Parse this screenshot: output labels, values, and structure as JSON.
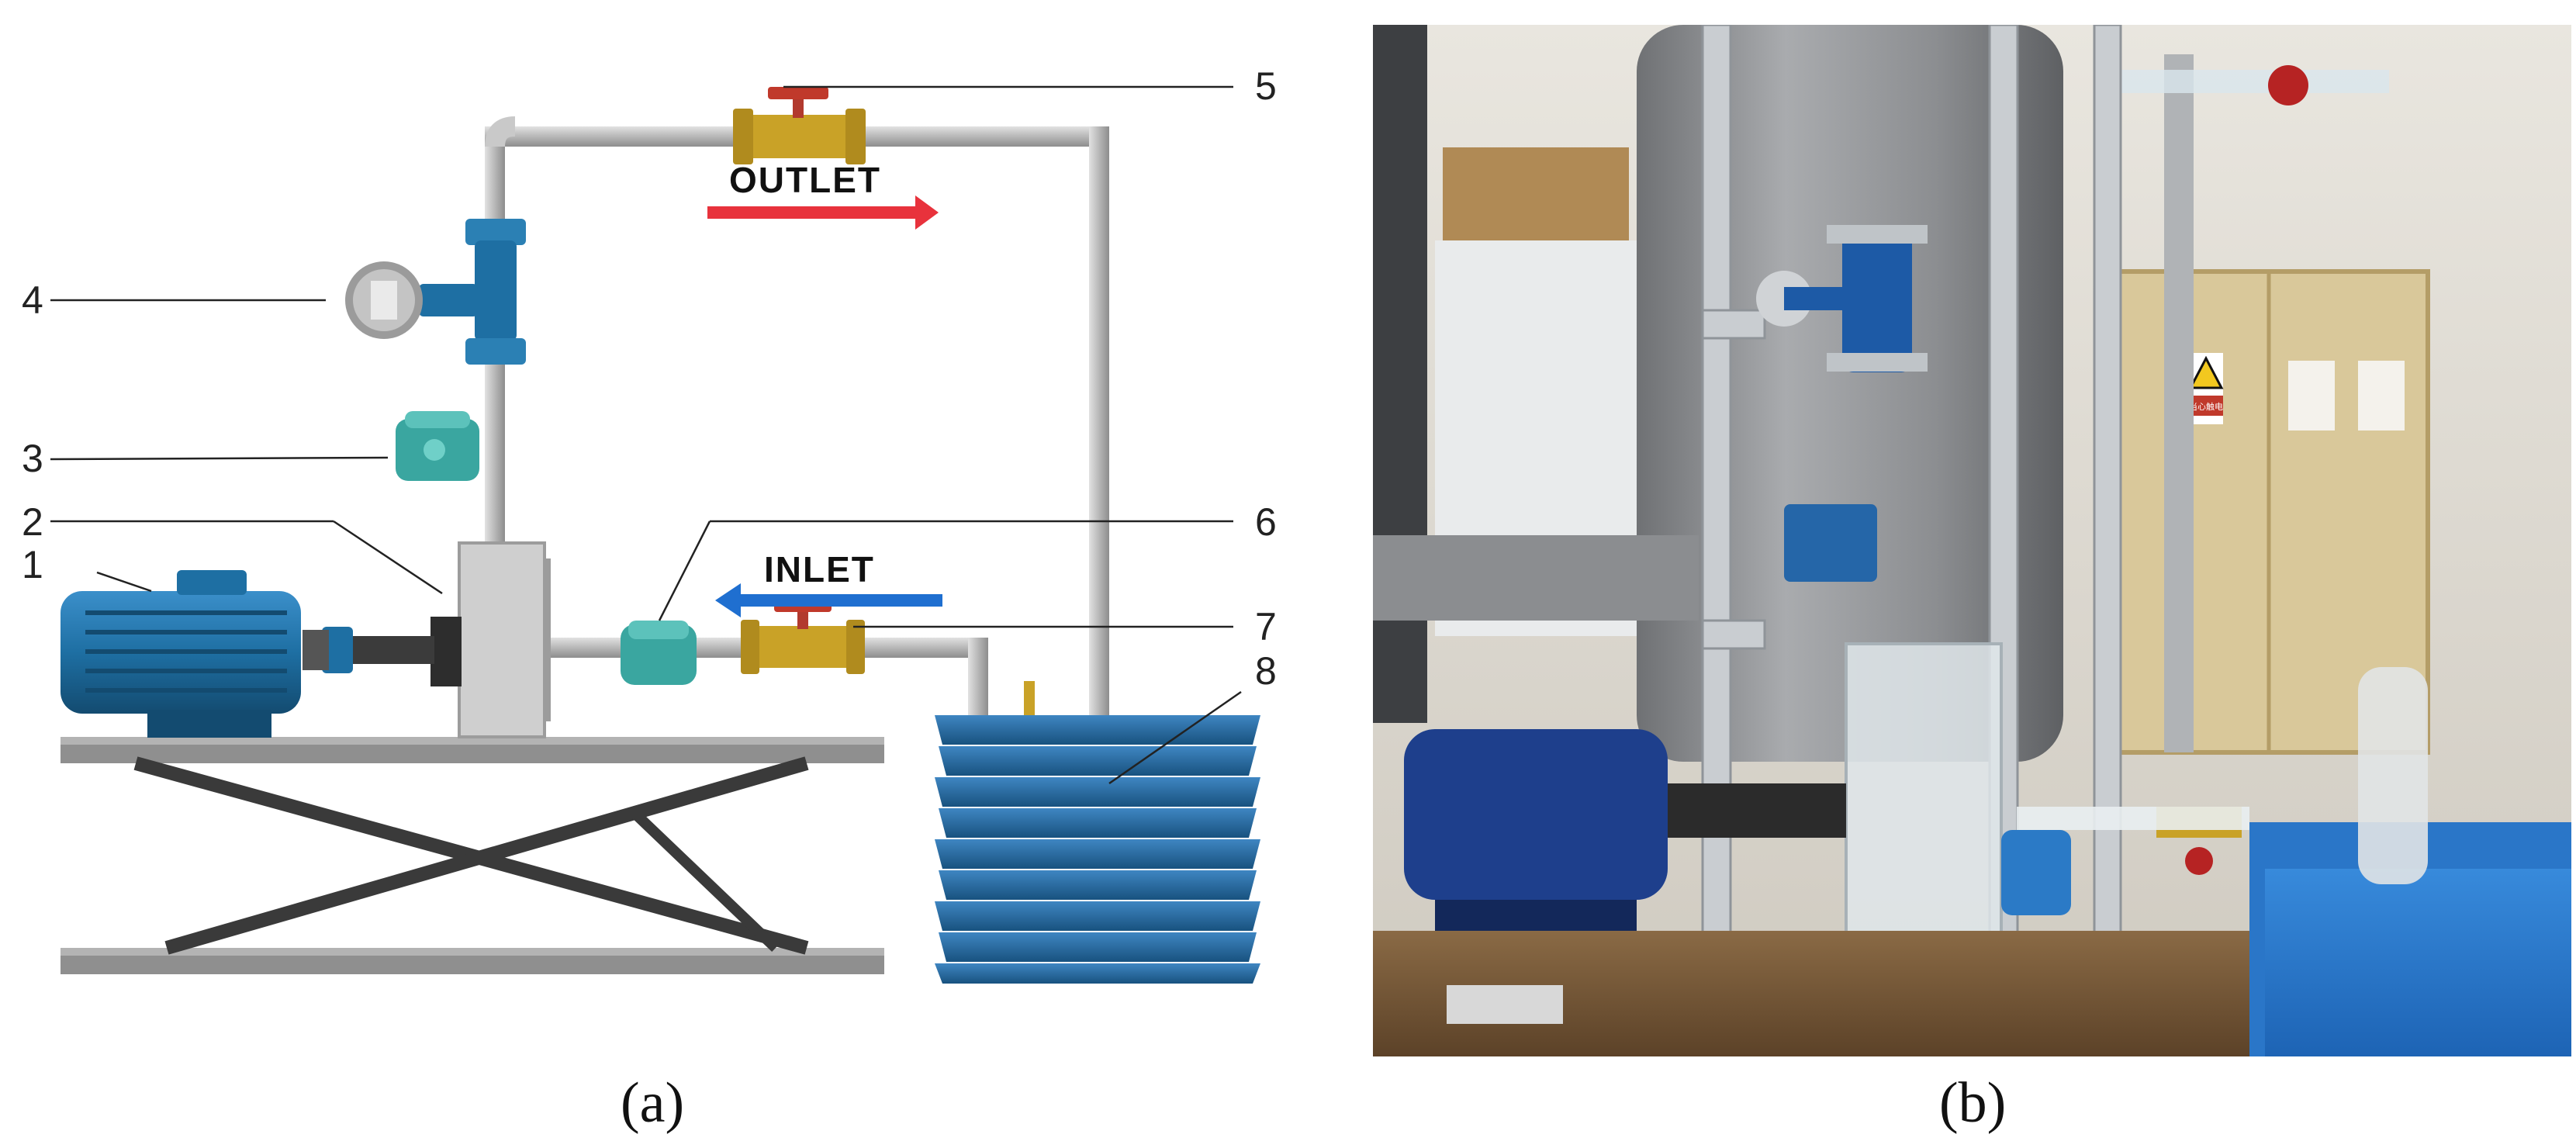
{
  "panel_a": {
    "caption": "(a)",
    "labels": [
      "1",
      "2",
      "3",
      "4",
      "5",
      "6",
      "7",
      "8"
    ],
    "outlet_label": "OUTLET",
    "inlet_label": "INLET",
    "colors": {
      "motor": "#1e6fa3",
      "valve": "#c9a227",
      "valve_handle": "#c0392b",
      "pipe": "#bdbdbd",
      "sensor": "#3aa6a0",
      "tank": "#1f5f95",
      "outlet_arrow": "#e8323c",
      "inlet_arrow": "#1f6fd0"
    }
  },
  "panel_b": {
    "caption": "(b)",
    "sign_text": "当心触电"
  }
}
